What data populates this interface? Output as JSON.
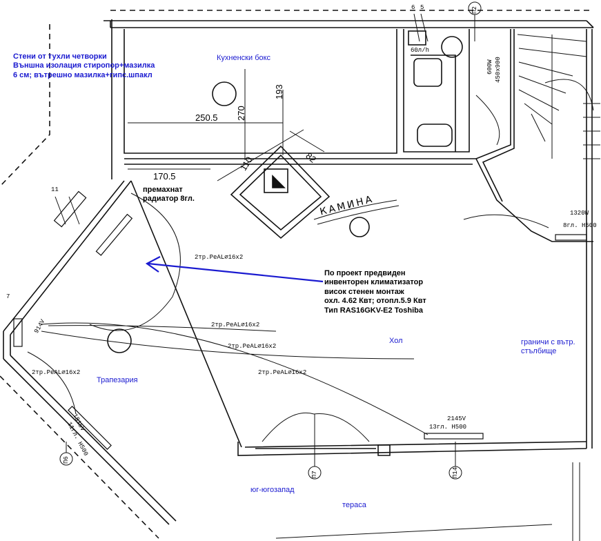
{
  "notes": {
    "walls": "Стени от тухли четворки\nВъншна изолация стиропор+мазилка\n6 см; вътрешно мазилка+гипс.шпакл",
    "heater_removed": "премахнат\nрадиатор 8гл.",
    "ac_unit": "По проект предвиден\nинвенторен климатизатор\nвисок стенен монтаж\nохл. 4.62 Квт; отопл.5.9 Квт\nТип RAS16GKV-E2 Toshiba"
  },
  "rooms": {
    "kitchen": "Кухненски бокс",
    "hall": "Хол",
    "dining": "Трапезария",
    "stairs_border": "граничи с вътр.\nстълбище",
    "southwest": "юг-югозапад",
    "terrace": "тераса",
    "fireplace": "КАМИНА"
  },
  "dimensions": {
    "d250": "250.5",
    "d270": "270",
    "d193": "193",
    "d170": "170.5",
    "d110": "110",
    "d82": "82"
  },
  "pipes": {
    "p1": "2тр.PeAL⌀16x2",
    "p2": "2тр.PeAL⌀16x2",
    "p3": "2тр.PeAL⌀16x2",
    "p4": "2тр.PeAL⌀16x2",
    "p5": "2тр.PeAL⌀16x2"
  },
  "radiators": {
    "r1320_w": "1320W",
    "r1320_g": "8гл. H500",
    "r2145_w": "2145V",
    "r2145_g": "13гл. H500",
    "r1815_w": "1815V",
    "r1815_g": "11гл. H500",
    "r600_w": "600W",
    "r600_g": "450x900",
    "r914": "914V"
  },
  "markers": {
    "n6": "6",
    "n5": "5",
    "n11": "11",
    "n7": "7",
    "boiler": "60л/h",
    "p12": "П2",
    "p16": "П6",
    "p17": "П7",
    "p14": "П14"
  },
  "colors": {
    "line": "#111111",
    "arrow": "#1a1ad0",
    "text_blue": "#1a1ad0"
  }
}
